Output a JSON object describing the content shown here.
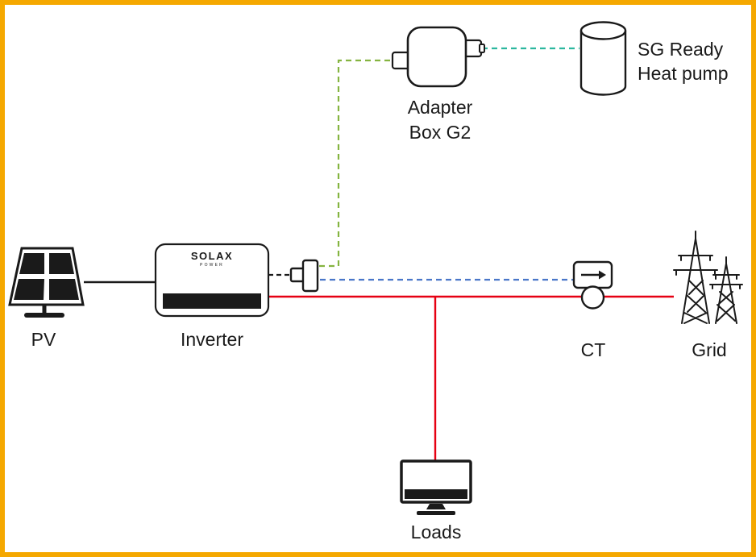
{
  "diagram": {
    "type": "solar-system-wiring-diagram",
    "nodes": {
      "pv": {
        "label": "PV",
        "icon": "solar-panel-icon"
      },
      "inverter": {
        "label": "Inverter",
        "brand": "SOLAX",
        "brand_sub": "POWER",
        "icon": "inverter-icon"
      },
      "splitter": {
        "icon": "cable-splitter-icon"
      },
      "adapter_box": {
        "label_line1": "Adapter",
        "label_line2": "Box G2",
        "icon": "adapter-box-icon"
      },
      "heat_pump": {
        "label_line1": "SG Ready",
        "label_line2": "Heat pump",
        "icon": "heat-pump-cylinder-icon"
      },
      "ct": {
        "label": "CT",
        "icon": "ct-clamp-icon"
      },
      "grid": {
        "label": "Grid",
        "icon": "transmission-towers-icon"
      },
      "loads": {
        "label": "Loads",
        "icon": "monitor-icon"
      }
    },
    "connections": [
      {
        "from": "pv",
        "to": "inverter",
        "style": "solid",
        "color_key": "ink"
      },
      {
        "from": "inverter",
        "to": "splitter",
        "style": "dashed",
        "color_key": "ink"
      },
      {
        "from": "splitter",
        "to": "adapter_box",
        "style": "dashed",
        "color_key": "green"
      },
      {
        "from": "adapter_box",
        "to": "heat_pump",
        "style": "dashed",
        "color_key": "teal"
      },
      {
        "from": "splitter",
        "to": "ct",
        "style": "dashed",
        "color_key": "blue"
      },
      {
        "from": "inverter",
        "to": "grid",
        "style": "solid",
        "color_key": "red"
      },
      {
        "from": "grid_line",
        "to": "loads",
        "style": "solid",
        "color_key": "red"
      }
    ],
    "colors": {
      "border": "#F5A800",
      "ink": "#1A1A1A",
      "red": "#E60012",
      "blue": "#4A77C9",
      "green": "#85B440",
      "teal": "#2CB79E"
    }
  }
}
